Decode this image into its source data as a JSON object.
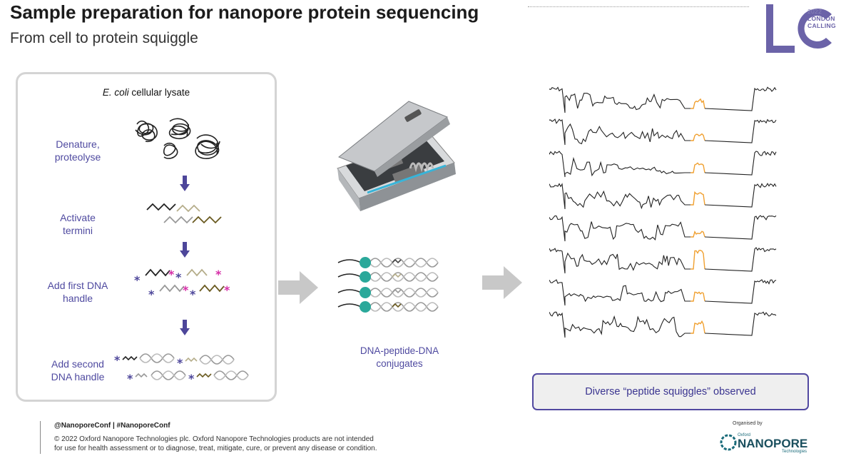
{
  "header": {
    "title": "Sample preparation for nanopore protein sequencing",
    "subtitle": "From cell to protein squiggle"
  },
  "logo": {
    "letters": "LC",
    "year": "2022",
    "line1": "LONDON",
    "line2": "CALLING",
    "color": "#6b63a8"
  },
  "workflow": {
    "lysate_italic": "E. coli",
    "lysate_rest": " cellular lysate",
    "steps": [
      {
        "line1": "Denature,",
        "line2": "proteolyse"
      },
      {
        "line1": "Activate",
        "line2": "termini"
      },
      {
        "line1": "Add first DNA",
        "line2": "handle"
      },
      {
        "line1": "Add second",
        "line2": "DNA handle"
      }
    ]
  },
  "conjugates": {
    "line1": "DNA-peptide-DNA",
    "line2": "conjugates"
  },
  "result": {
    "label": "Diverse “peptide squiggles” observed",
    "trace_count": 8,
    "highlight_color": "#f0a030",
    "border_color": "#5148a0"
  },
  "footer": {
    "handle": "@NanoporeConf | #NanoporeConf",
    "copyright_line1": "© 2022 Oxford Nanopore Technologies plc. Oxford Nanopore Technologies products are not intended",
    "copyright_line2": "for use for health assessment or to diagnose, treat, mitigate, cure, or prevent any disease or condition.",
    "organised_by": "Organised by",
    "org_small": "Oxford",
    "org_name": "NANOPORE",
    "org_sub": "Technologies"
  },
  "colors": {
    "label": "#4f4aa0",
    "arrow_down": "#4d469a",
    "big_arrow": "#c8c8c8",
    "magenta": "#d62fa8",
    "teal": "#2aa89a"
  }
}
